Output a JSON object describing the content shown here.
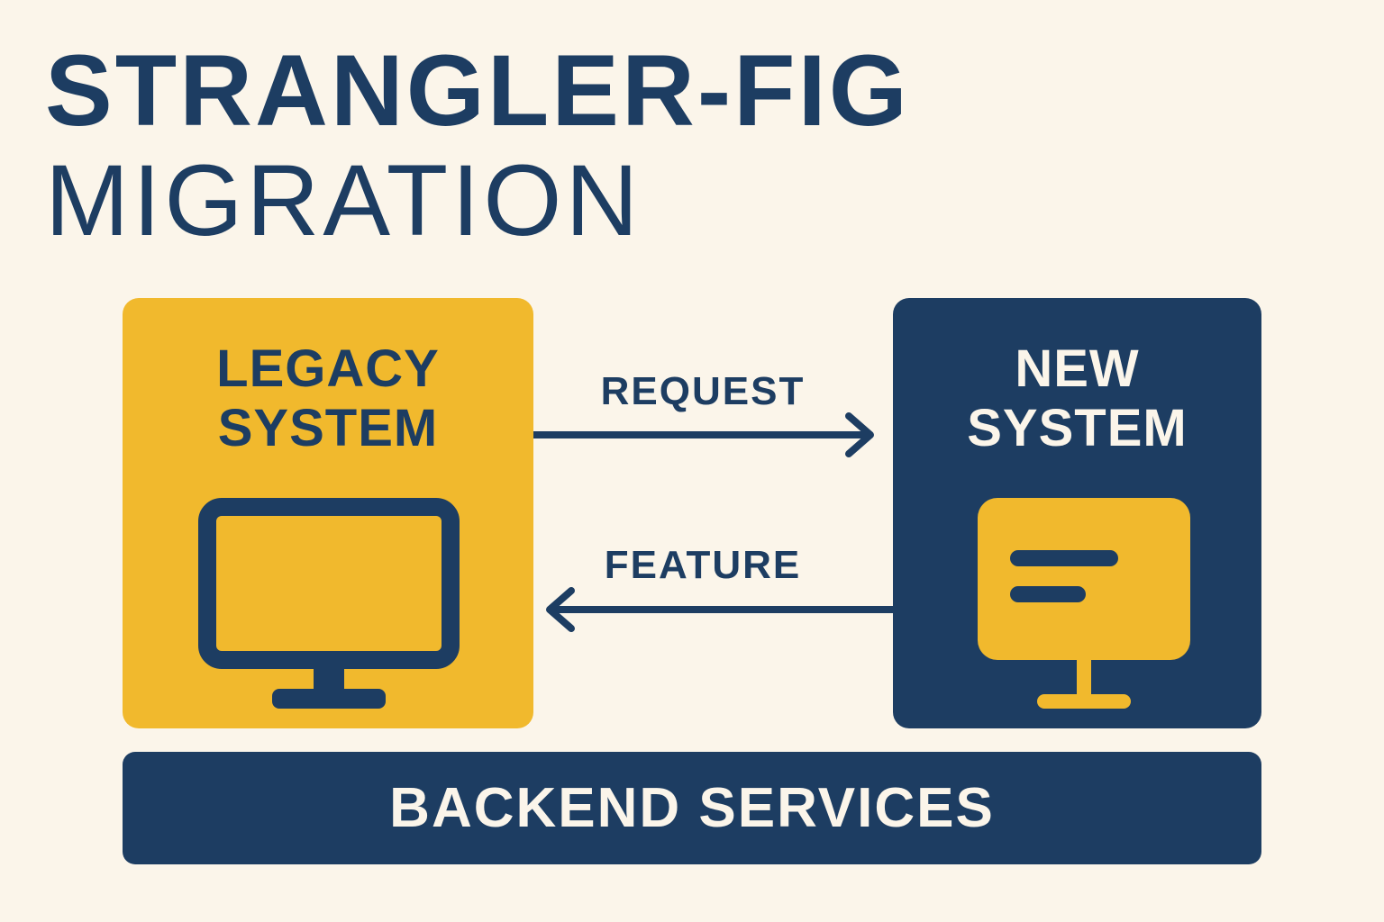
{
  "title": {
    "line1": "STRANGLER-FIG",
    "line2": "MIGRATION"
  },
  "legacy": {
    "title_line1": "LEGACY",
    "title_line2": "SYSTEM",
    "icon": "desktop-monitor-icon"
  },
  "new_system": {
    "title_line1": "NEW",
    "title_line2": "SYSTEM",
    "icon": "monitor-with-text-lines-icon"
  },
  "arrows": {
    "request_label": "REQUEST",
    "request_direction": "legacy-to-new",
    "feature_label": "FEATURE",
    "feature_direction": "new-to-legacy"
  },
  "backend": {
    "label": "BACKEND SERVICES"
  },
  "colors": {
    "background": "#fbf5ea",
    "navy": "#1d3d62",
    "yellow": "#f1b92d",
    "cream": "#fbf5ea"
  }
}
